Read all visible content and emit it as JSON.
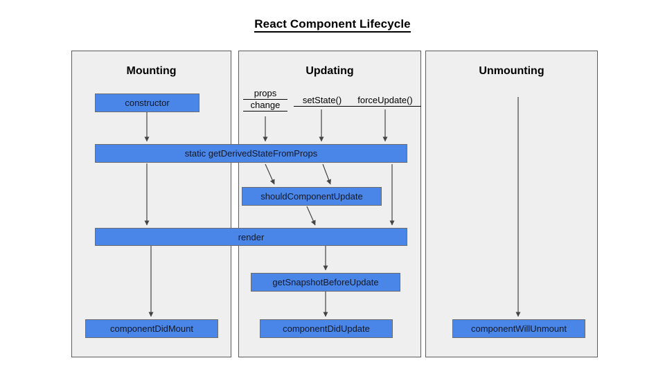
{
  "title": "React Component Lifecycle",
  "colors": {
    "box_fill": "#4a86e8",
    "box_border": "#6c6c6c",
    "panel_fill": "#efefef",
    "panel_border": "#5b5b5b",
    "arrow": "#444444",
    "page_background": "#ffffff",
    "text": "#000000"
  },
  "phases": {
    "mounting": {
      "heading": "Mounting",
      "boxes": {
        "constructor": "constructor",
        "component_did_mount": "componentDidMount"
      }
    },
    "updating": {
      "heading": "Updating",
      "triggers": {
        "props_change_line1": "props",
        "props_change_line2": "change",
        "set_state": "setState()",
        "force_update": "forceUpdate()"
      },
      "boxes": {
        "should_component_update": "shouldComponentUpdate",
        "get_snapshot_before_update": "getSnapshotBeforeUpdate",
        "component_did_update": "componentDidUpdate"
      }
    },
    "unmounting": {
      "heading": "Unmounting",
      "boxes": {
        "component_will_unmount": "componentWillUnmount"
      }
    }
  },
  "shared_boxes": {
    "get_derived_state_from_props": "static getDerivedStateFromProps",
    "render": "render"
  },
  "chart_data": {
    "type": "diagram",
    "title": "React Component Lifecycle",
    "lanes": [
      "Mounting",
      "Updating",
      "Unmounting"
    ],
    "nodes": [
      {
        "id": "constructor",
        "label": "constructor",
        "lane": "Mounting"
      },
      {
        "id": "getDerivedStateFromProps",
        "label": "static getDerivedStateFromProps",
        "lane": "Mounting+Updating"
      },
      {
        "id": "shouldComponentUpdate",
        "label": "shouldComponentUpdate",
        "lane": "Updating"
      },
      {
        "id": "render",
        "label": "render",
        "lane": "Mounting+Updating"
      },
      {
        "id": "getSnapshotBeforeUpdate",
        "label": "getSnapshotBeforeUpdate",
        "lane": "Updating"
      },
      {
        "id": "componentDidMount",
        "label": "componentDidMount",
        "lane": "Mounting"
      },
      {
        "id": "componentDidUpdate",
        "label": "componentDidUpdate",
        "lane": "Updating"
      },
      {
        "id": "componentWillUnmount",
        "label": "componentWillUnmount",
        "lane": "Unmounting"
      },
      {
        "id": "propsChange",
        "label": "props change",
        "lane": "Updating",
        "kind": "trigger"
      },
      {
        "id": "setState",
        "label": "setState()",
        "lane": "Updating",
        "kind": "trigger"
      },
      {
        "id": "forceUpdate",
        "label": "forceUpdate()",
        "lane": "Updating",
        "kind": "trigger"
      }
    ],
    "edges": [
      {
        "from": "constructor",
        "to": "getDerivedStateFromProps"
      },
      {
        "from": "propsChange",
        "to": "getDerivedStateFromProps"
      },
      {
        "from": "setState",
        "to": "getDerivedStateFromProps"
      },
      {
        "from": "forceUpdate",
        "to": "getDerivedStateFromProps"
      },
      {
        "from": "getDerivedStateFromProps",
        "to": "render"
      },
      {
        "from": "getDerivedStateFromProps",
        "to": "shouldComponentUpdate"
      },
      {
        "from": "shouldComponentUpdate",
        "to": "render"
      },
      {
        "from": "forceUpdate",
        "to": "render"
      },
      {
        "from": "render",
        "to": "componentDidMount"
      },
      {
        "from": "render",
        "to": "getSnapshotBeforeUpdate"
      },
      {
        "from": "getSnapshotBeforeUpdate",
        "to": "componentDidUpdate"
      },
      {
        "from": "unmountStart",
        "to": "componentWillUnmount"
      }
    ]
  }
}
